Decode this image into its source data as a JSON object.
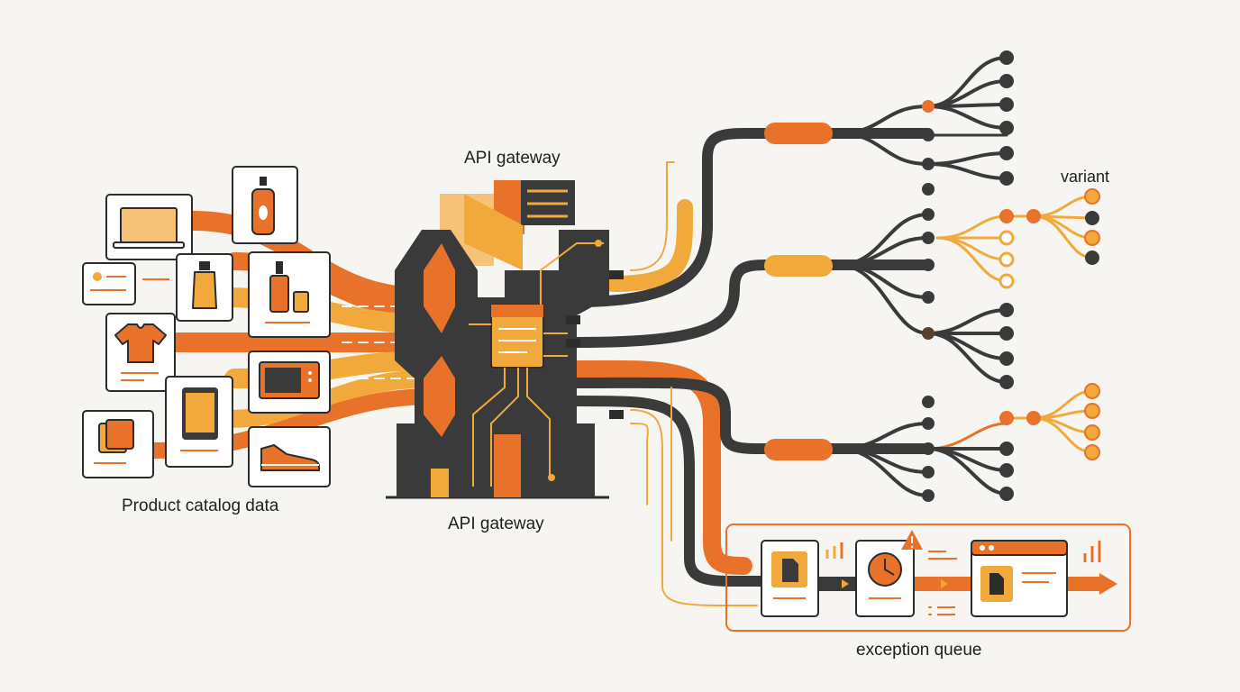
{
  "labels": {
    "catalog": "Product catalog data",
    "gateway_top": "API gateway",
    "gateway_bottom": "API gateway",
    "variant": "variant",
    "exception_queue": "exception queue"
  },
  "colors": {
    "background": "#f7f5f2",
    "dark": "#3a3a3a",
    "orange": "#e8722a",
    "amber": "#f2a93b",
    "light_amber": "#f6c27a",
    "card_border": "#2c2c2c",
    "card_fill": "#ffffff",
    "alert": "#e8722a"
  },
  "catalog_items": [
    {
      "icon": "laptop-icon"
    },
    {
      "icon": "pump-bottle-icon"
    },
    {
      "icon": "id-card-icon"
    },
    {
      "icon": "cosmetic-bottle-icon"
    },
    {
      "icon": "dropper-and-jar-icon"
    },
    {
      "icon": "tshirt-icon"
    },
    {
      "icon": "microwave-icon"
    },
    {
      "icon": "tablet-icon"
    },
    {
      "icon": "cards-icon"
    },
    {
      "icon": "sneaker-icon"
    }
  ],
  "exception_queue_items": [
    {
      "icon": "document-icon"
    },
    {
      "icon": "clock-icon",
      "badge": "warning-icon"
    },
    {
      "icon": "browser-window-icon"
    }
  ]
}
